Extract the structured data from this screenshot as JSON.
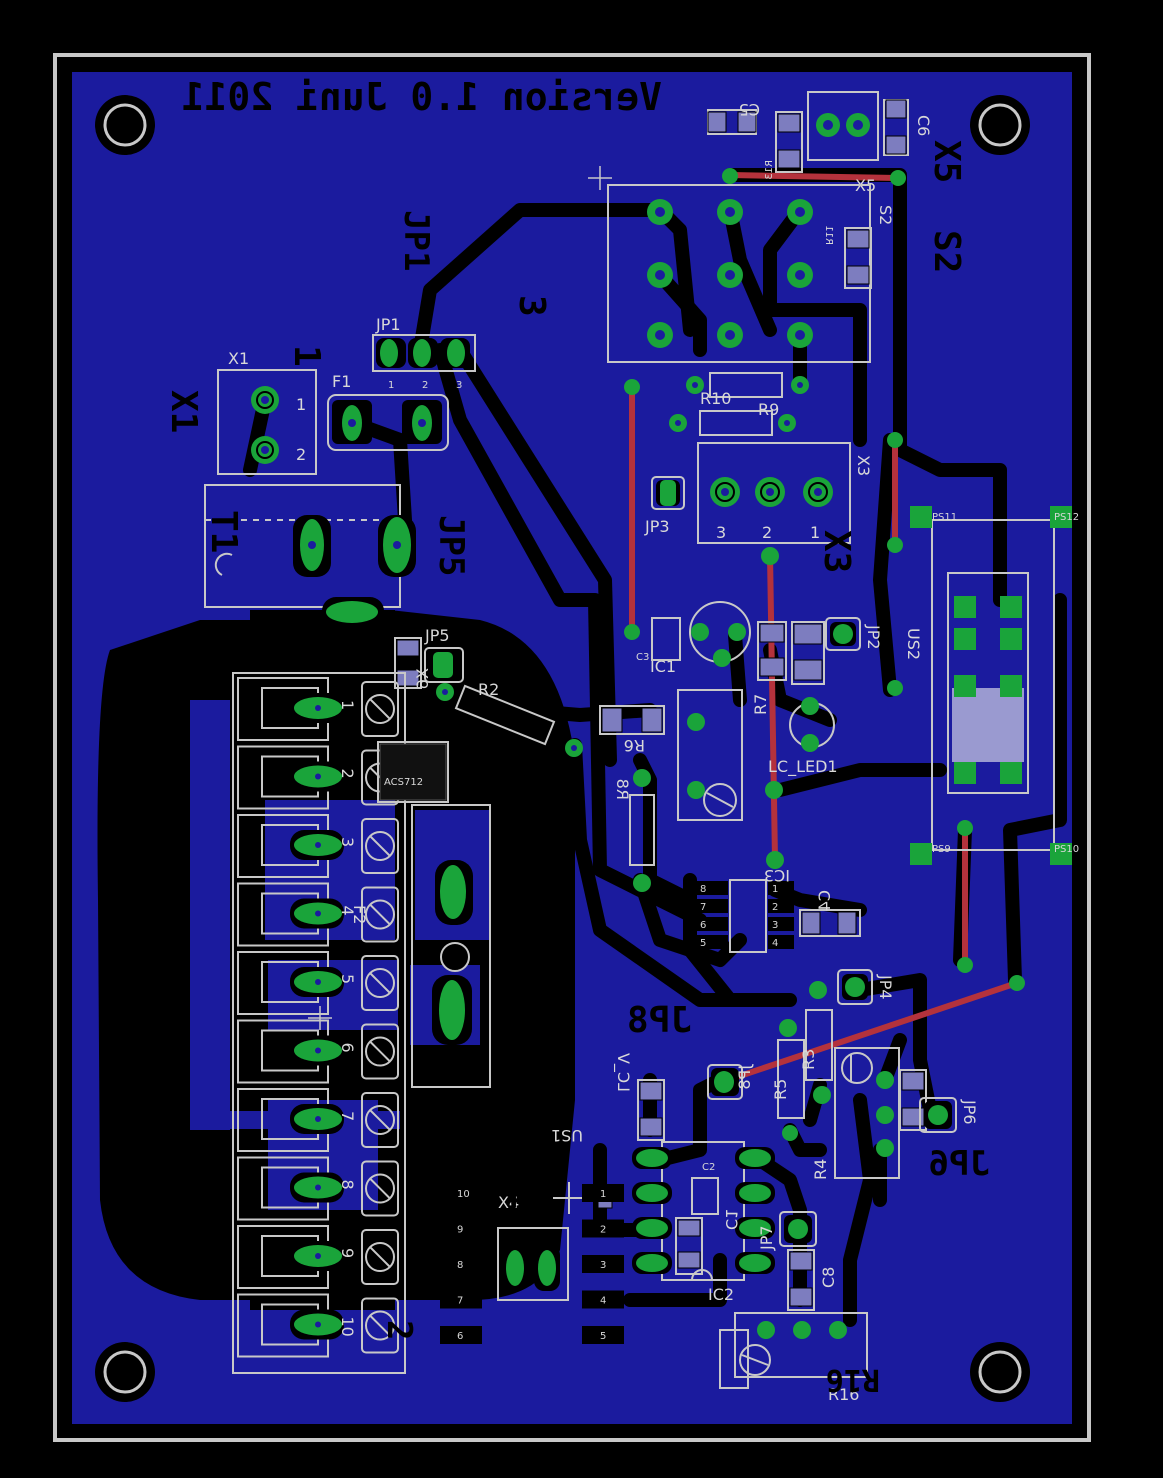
{
  "colors": {
    "background": "#000000",
    "copper_fill": "#1b1b9e",
    "pad": "#1aa43a",
    "top_trace": "#b4323c",
    "silkscreen": "#c8c8c8",
    "board_outline": "#c8c8c8"
  },
  "version_text": "Version 1.0 Juni 2011",
  "labels": {
    "x5": "X5",
    "c6": "C6",
    "c5": "C5",
    "s2": "S2",
    "s2_mirror": "S2",
    "r11": "R11",
    "r13": "R13",
    "jp1": "JP1",
    "jp1_mirror": "JP1",
    "num3": "3",
    "num1": "1",
    "x1": "X1",
    "x1_mirror": "X1",
    "f1": "F1",
    "r10": "R10",
    "r9": "R9",
    "x3": "X3",
    "x3_mirror": "X3",
    "jp3": "JP3",
    "pin3": "3",
    "pin2": "2",
    "pin1": "1",
    "jp5": "JP5",
    "jp5_mirror": "JP5",
    "t1": "T1",
    "x6": "X6",
    "r2": "R2",
    "c3": "C3",
    "ic1": "IC1",
    "r6": "R6",
    "r7": "R7",
    "r8": "R8",
    "lc_led1": "LC_LED1",
    "us2": "US2",
    "ic3": "IC3",
    "c4": "C4",
    "jp2": "JP2",
    "jp8": "JP8",
    "jp4": "JP4",
    "r5": "R5",
    "r3": "R3",
    "jp6": "JP6",
    "jp6_mirror": "JP6",
    "r4": "R4",
    "lc_v": "LC_V",
    "us1": "US1",
    "x4": "X4",
    "x4_mirror": "X4",
    "c1": "C1",
    "c2": "C2",
    "ic2": "IC2",
    "jp7": "JP7",
    "c8": "C8",
    "r16": "R16",
    "r16_mirror": "R16",
    "num2": "2",
    "acs": "ACS712",
    "f2": "F2",
    "jp1_pin1": "1",
    "jp1_pin2": "2",
    "jp1_pin3": "3",
    "x1_pin1": "1",
    "x1_pin2": "2",
    "ps11": "PS11",
    "ps12": "PS12",
    "ps9": "PS9",
    "ps10": "PS10"
  },
  "terminal_numbers": [
    "1",
    "2",
    "3",
    "4",
    "5",
    "6",
    "7",
    "8",
    "9",
    "10"
  ],
  "header_numbers": [
    "10",
    "9",
    "8",
    "7",
    "6"
  ]
}
